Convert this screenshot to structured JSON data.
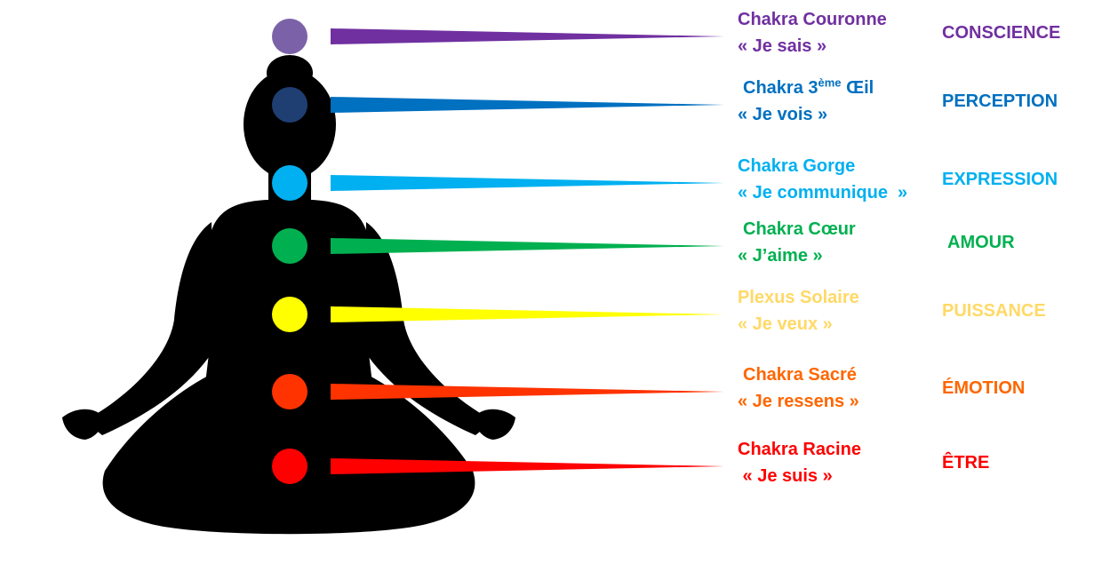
{
  "chakras": [
    {
      "id": "couronne",
      "name": "Chakra Couronne",
      "mantra": "« Je sais »",
      "keyword": "CONSCIENCE",
      "color": "#7B62A8",
      "text_color": "#7030A0",
      "ray_color": "#7030A0"
    },
    {
      "id": "troisieme-oeil",
      "name_pre": "Chakra 3",
      "name_sup": "ème",
      "name_post": " Œil",
      "mantra": "« Je vois »",
      "keyword": "PERCEPTION",
      "color": "#1F3F73",
      "text_color": "#0070C0",
      "ray_color": "#0070C0"
    },
    {
      "id": "gorge",
      "name": "Chakra Gorge",
      "mantra": "« Je communique  »",
      "keyword": "EXPRESSION",
      "color": "#00B0F0",
      "text_color": "#00B0F0",
      "ray_color": "#00B0F0"
    },
    {
      "id": "coeur",
      "name": "Chakra Cœur",
      "mantra": "« J’aime »",
      "keyword": "AMOUR",
      "color": "#00B050",
      "text_color": "#00B050",
      "ray_color": "#00B050"
    },
    {
      "id": "plexus",
      "name": "Plexus Solaire",
      "mantra": "« Je veux »",
      "keyword": "PUISSANCE",
      "color": "#FFFF00",
      "text_color": "#FFD966",
      "ray_color": "#FFFF00"
    },
    {
      "id": "sacre",
      "name": "Chakra Sacré",
      "mantra": "« Je ressens »",
      "keyword": "ÉMOTION",
      "color": "#FF3300",
      "text_color": "#FF6600",
      "ray_color": "#FF3300"
    },
    {
      "id": "racine",
      "name": "Chakra Racine",
      "mantra": " « Je suis »",
      "keyword": "ÊTRE",
      "color": "#FF0000",
      "text_color": "#FF0000",
      "ray_color": "#FF0000"
    }
  ],
  "silhouette_color": "#000000"
}
